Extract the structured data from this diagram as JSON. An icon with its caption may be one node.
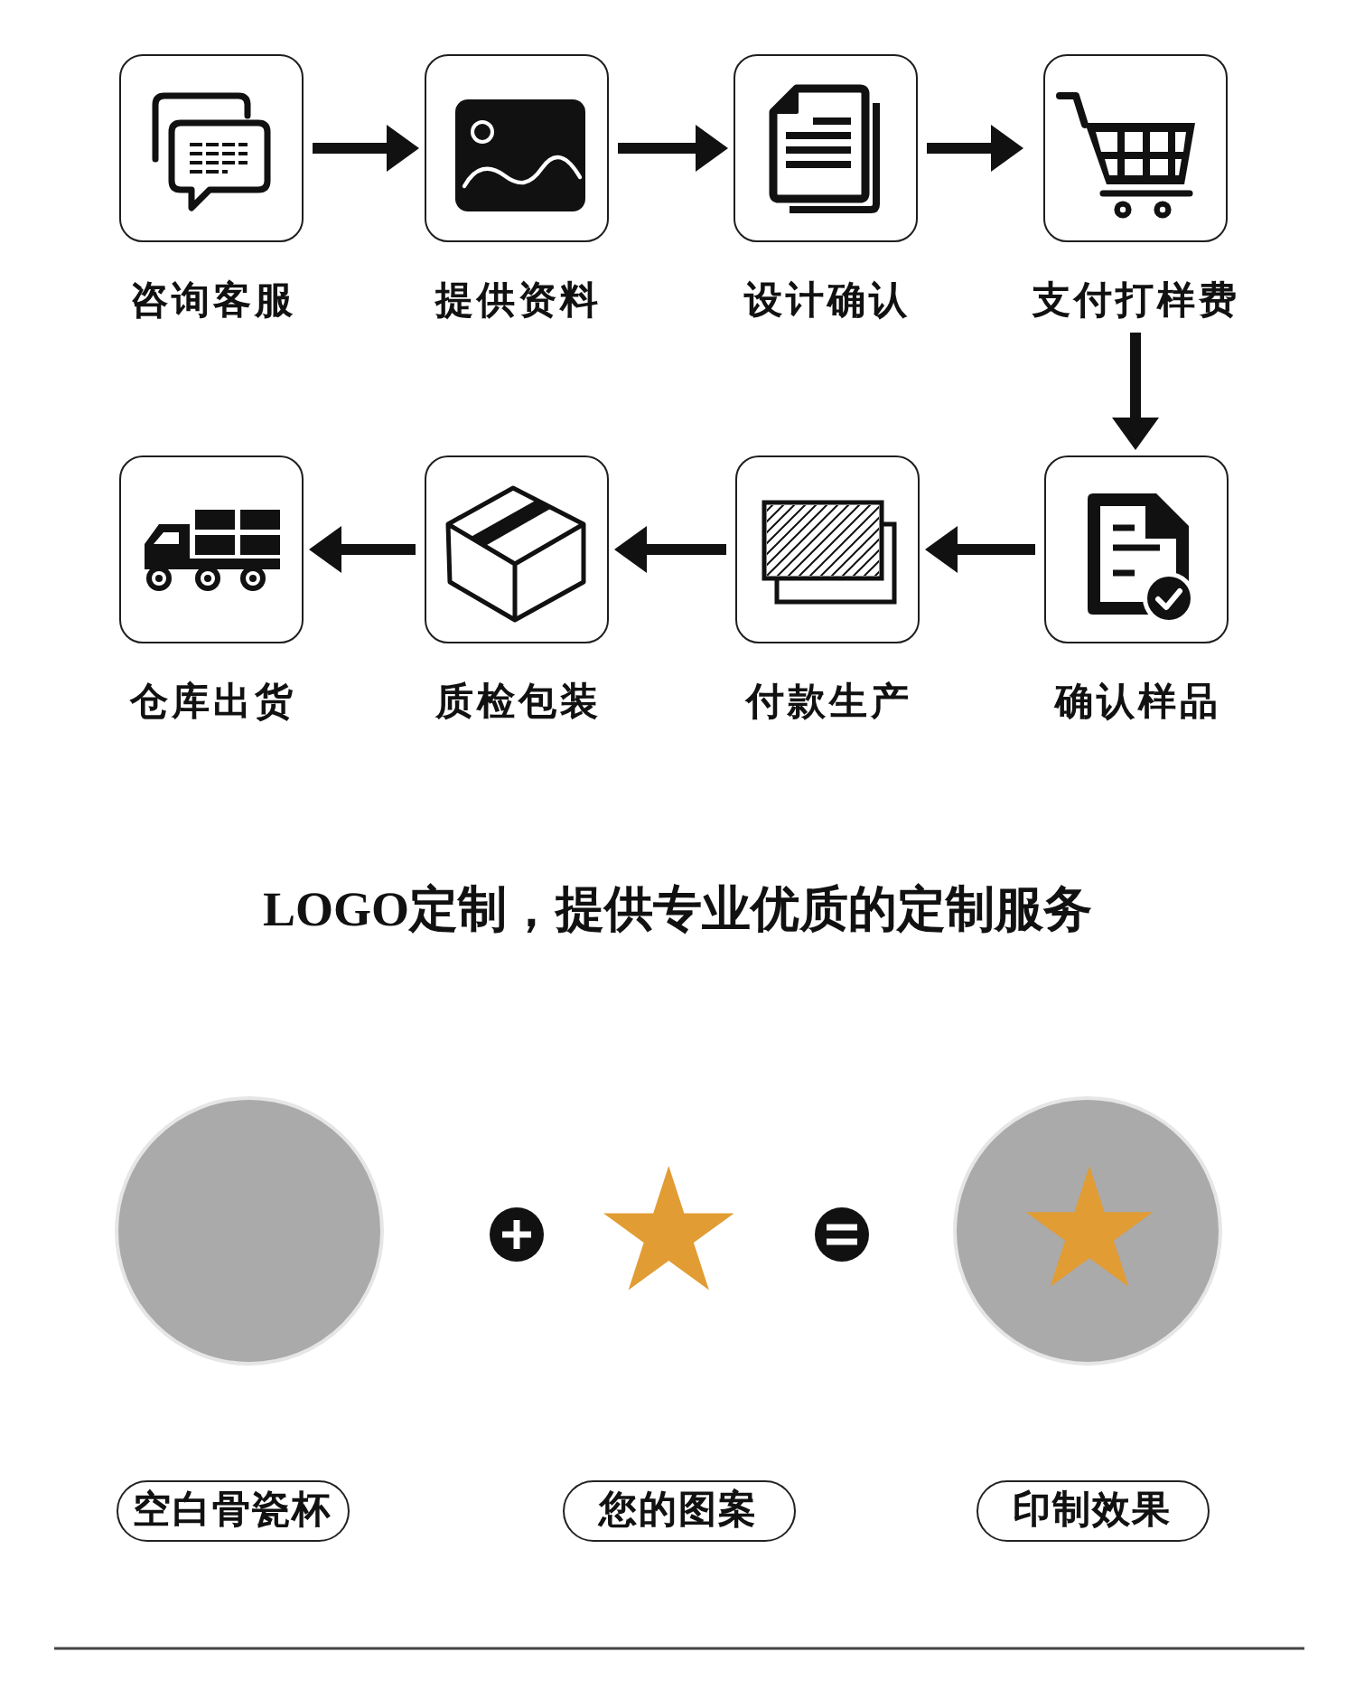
{
  "diagram": {
    "nodes": [
      {
        "text": [
          "咨询客服"
        ]
      },
      {
        "text": [
          "提供资料"
        ]
      },
      {
        "text": [
          "设计确认"
        ]
      },
      {
        "text": [
          "支付打样费"
        ]
      },
      {
        "text": [
          "仓库出货"
        ]
      },
      {
        "text": [
          "质检包装"
        ]
      },
      {
        "text": [
          "付款生产"
        ]
      },
      {
        "text": [
          "确认样品"
        ]
      },
      {
        "text": [
          "空白骨瓷杯"
        ]
      },
      {
        "text": [
          "您的图案"
        ]
      },
      {
        "text": [
          "印制效果"
        ]
      }
    ],
    "edges": [
      {
        "from": 0,
        "to": 1,
        "arrow": "to"
      },
      {
        "from": 1,
        "to": 2,
        "arrow": "to"
      },
      {
        "from": 2,
        "to": 3,
        "arrow": "to"
      },
      {
        "from": 3,
        "to": 7,
        "arrow": "to"
      },
      {
        "from": 7,
        "to": 6,
        "arrow": "to"
      },
      {
        "from": 6,
        "to": 5,
        "arrow": "to"
      },
      {
        "from": 5,
        "to": 4,
        "arrow": "to"
      }
    ],
    "labels": [
      "LOGO定制，提供专业优质的定制服务"
    ]
  }
}
